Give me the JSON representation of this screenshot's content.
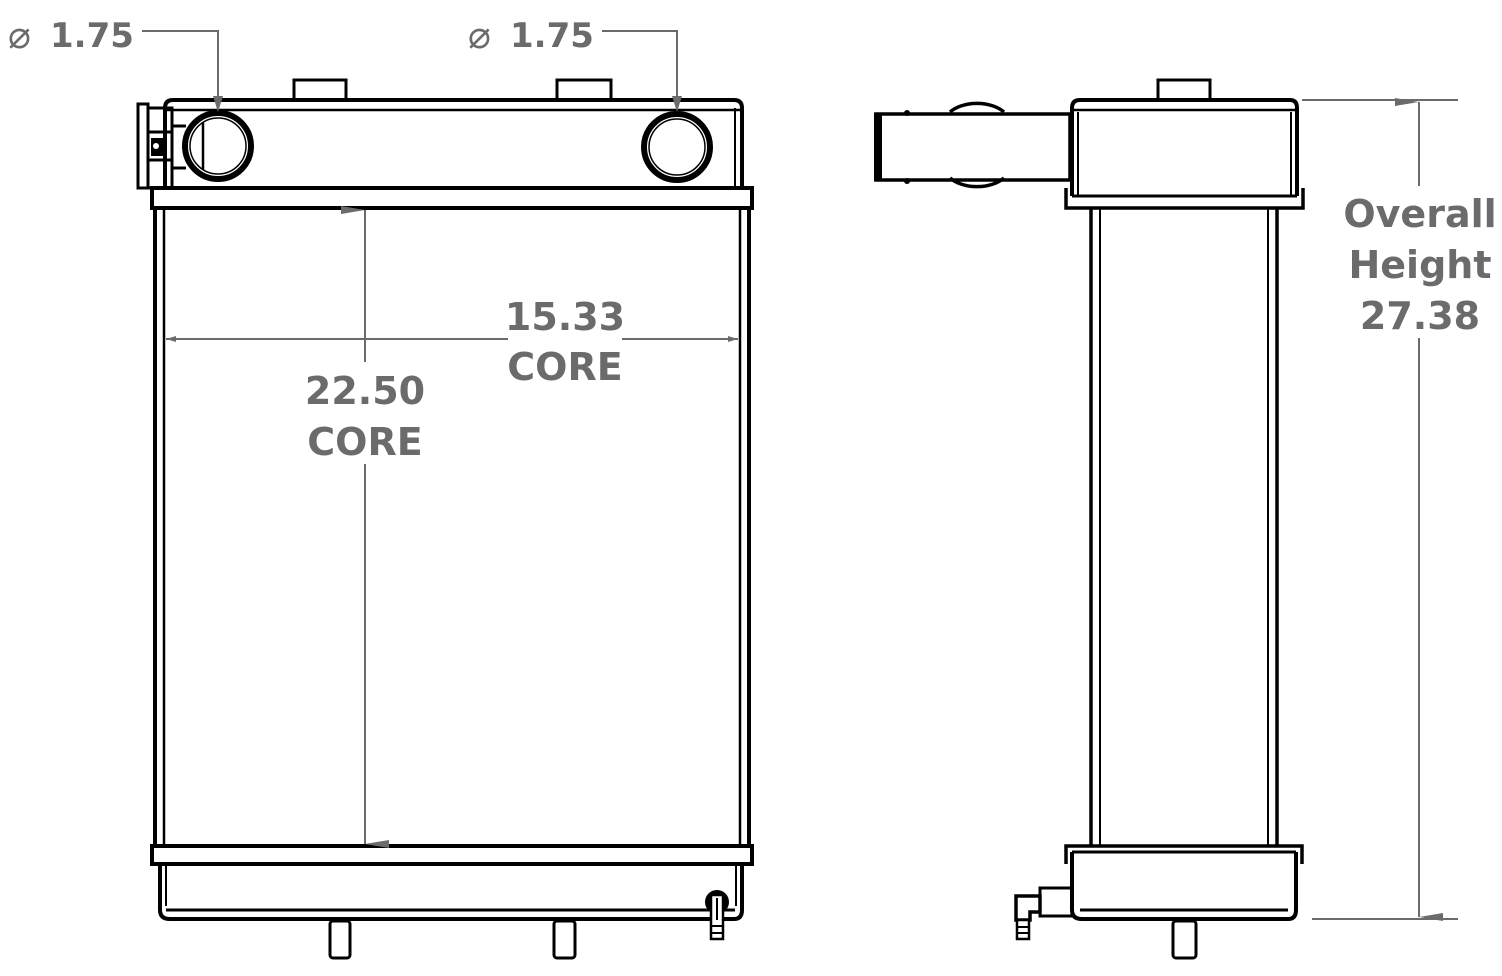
{
  "drawing": {
    "subject": "Radiator technical drawing (front and side views)",
    "colors": {
      "outline": "#000000",
      "dimension": "#6b6b6b",
      "background": "#ffffff"
    }
  },
  "front_view": {
    "inlet_callout": {
      "symbol": "⌀",
      "value": "1.75"
    },
    "outlet_callout": {
      "symbol": "⌀",
      "value": "1.75"
    },
    "core_width": {
      "value": "15.33",
      "label": "CORE"
    },
    "core_height": {
      "value": "22.50",
      "label": "CORE"
    }
  },
  "side_view": {
    "overall_height": {
      "line1": "Overall",
      "line2": "Height",
      "value": "27.38"
    }
  }
}
